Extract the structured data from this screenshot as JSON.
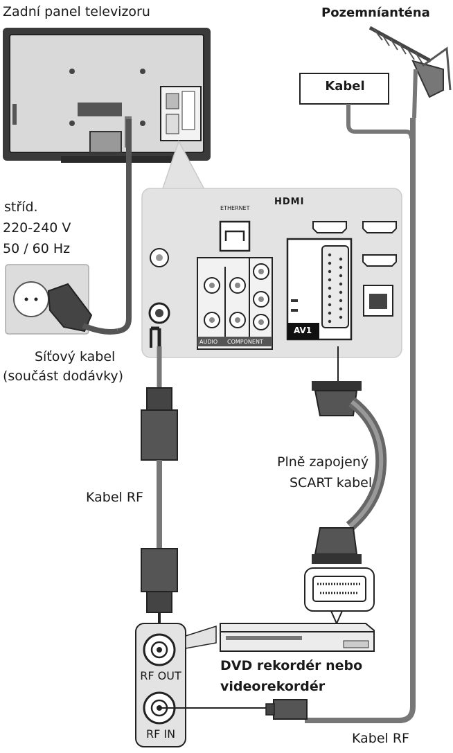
{
  "title": "Zadní panel televizoru",
  "antenna": {
    "label": "Pozemníanténa",
    "cable_box": "Kabel"
  },
  "power": {
    "line1": "stříd.",
    "line2": "220-240 V",
    "line3": "50 / 60 Hz"
  },
  "mains_cable": {
    "line1": "Síťový kabel",
    "line2": "(součást dodávky)"
  },
  "panel": {
    "hdmi_logo": "HDMI",
    "av1": "AV1",
    "ethernet": "ETHERNET",
    "audio": "AUDIO",
    "component": "COMPONENT"
  },
  "rf_cable_left": "Kabel RF",
  "scart_cable": {
    "line1": "Plně zapojený",
    "line2": "SCART kabel"
  },
  "dvd": {
    "line1": "DVD rekordér nebo",
    "line2": "videorekordér"
  },
  "rf_out": "RF OUT",
  "rf_in": "RF IN",
  "rf_cable_bottom": "Kabel RF",
  "colors": {
    "outline": "#1a1a1a",
    "panel": "#e3e3e3",
    "cable": "#555555",
    "tv": "#3a3a3a"
  }
}
